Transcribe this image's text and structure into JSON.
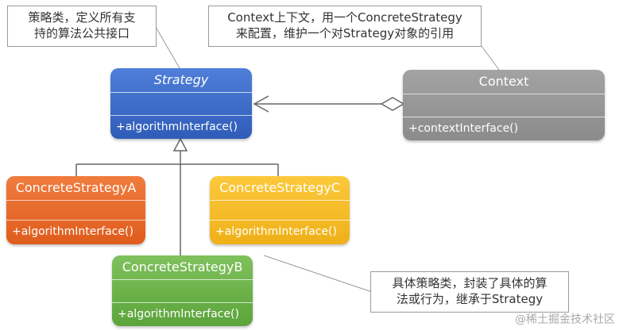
{
  "notes": {
    "strategy_note": [
      "策略类，定义所有支",
      "持的算法公共接口"
    ],
    "context_note": [
      "Context上下文，用一个ConcreteStrategy",
      "来配置，维护一个对Strategy对象的引用"
    ],
    "concrete_note": [
      "具体策略类，封装了具体的算",
      "法或行为，继承于Strategy"
    ]
  },
  "classes": {
    "strategy": {
      "name": "Strategy",
      "operation": "+algorithmInterface()"
    },
    "context": {
      "name": "Context",
      "operation": "+contextInterface()"
    },
    "concrete_a": {
      "name": "ConcreteStrategyA",
      "operation": "+algorithmInterface()"
    },
    "concrete_b": {
      "name": "ConcreteStrategyB",
      "operation": "+algorithmInterface()"
    },
    "concrete_c": {
      "name": "ConcreteStrategyC",
      "operation": "+algorithmInterface()"
    }
  },
  "watermark": "@稀土掘金技术社区",
  "colors": {
    "strategy": "#3a67c5",
    "context": "#969696",
    "concrete_a": "#e7692b",
    "concrete_b": "#6bb24a",
    "concrete_c": "#f6bd2a"
  }
}
